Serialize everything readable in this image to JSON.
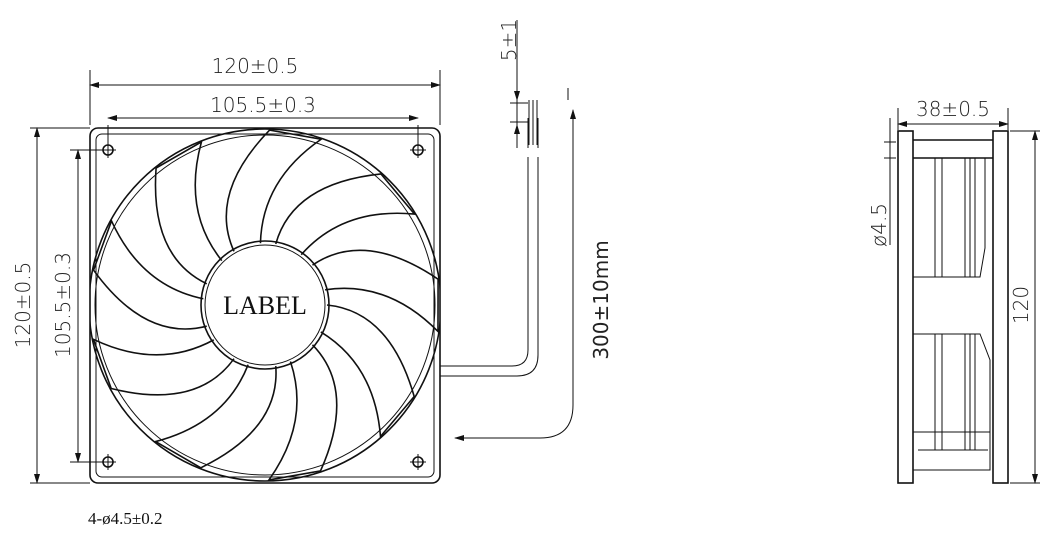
{
  "front_view": {
    "width_dim": "120±0.5",
    "hole_spacing_dim": "105.5±0.3",
    "height_dim": "120±0.5",
    "hole_spacing_vertical_dim": "105.5±0.3",
    "hub_label": "LABEL",
    "hole_note": "4-ø4.5±0.2"
  },
  "lead_wire": {
    "strip_dim": "5±1",
    "length_dim": "300±10mm"
  },
  "side_view": {
    "depth_dim": "38±0.5",
    "hole_dim": "ø4.5",
    "height_dim": "120"
  }
}
